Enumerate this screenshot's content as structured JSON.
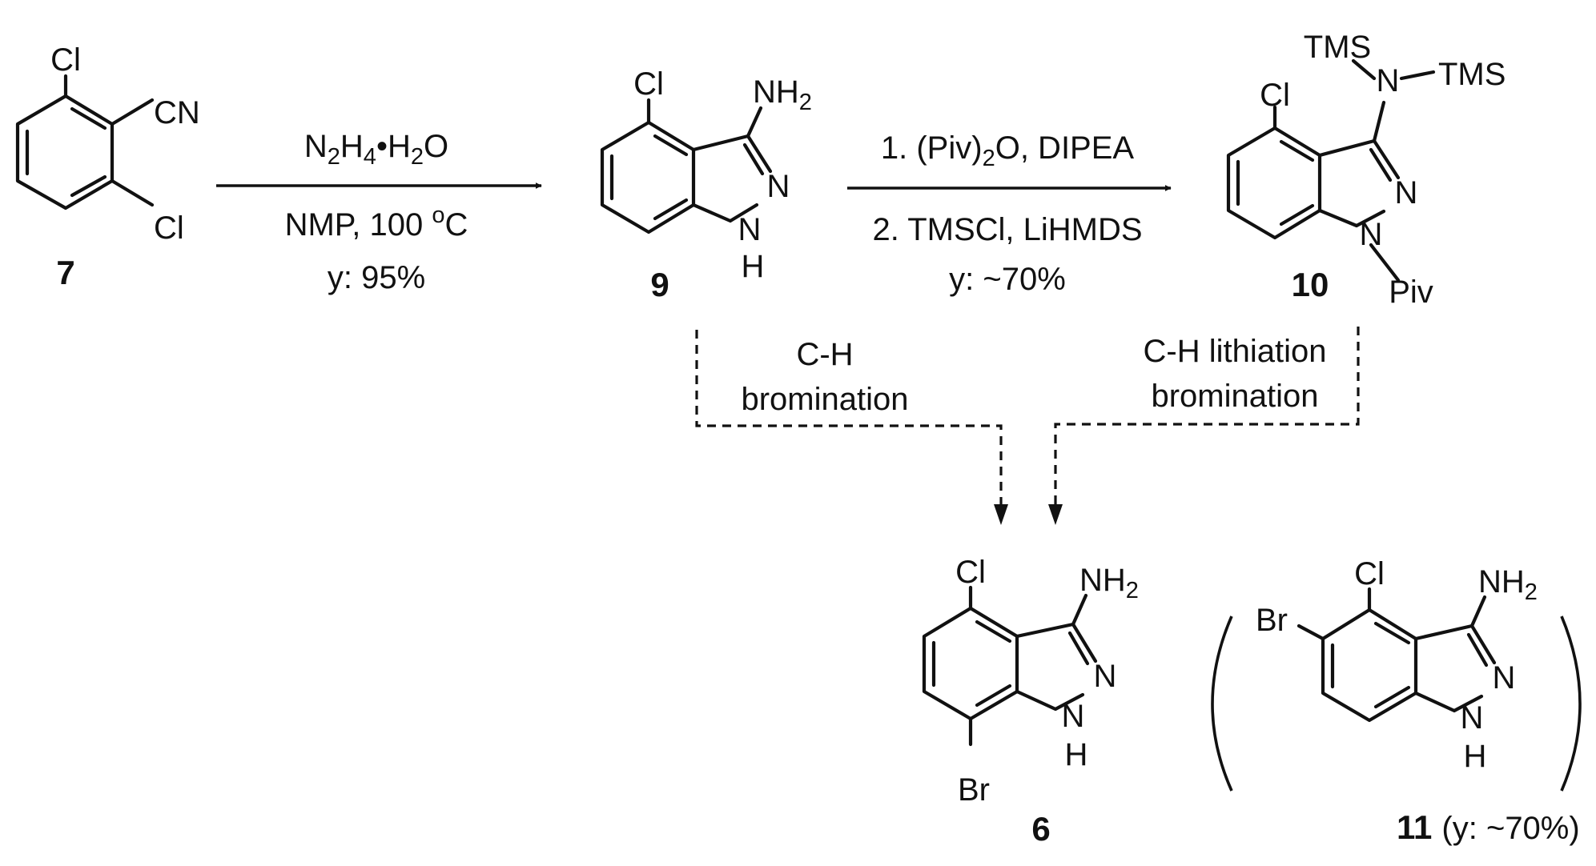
{
  "compounds": {
    "c7": {
      "label": "7",
      "atoms": {
        "cl_top": "Cl",
        "cn": "CN",
        "cl_bottom": "Cl"
      }
    },
    "c9": {
      "label": "9",
      "atoms": {
        "cl": "Cl",
        "n_amine": "NH",
        "n_amine_sub": "2",
        "n2": "N",
        "n1": "N",
        "h": "H"
      }
    },
    "c10": {
      "label": "10",
      "atoms": {
        "cl": "Cl",
        "tms1": "TMS",
        "n_amine": "N",
        "tms2": "TMS",
        "n2": "N",
        "n1": "N",
        "piv": "Piv"
      }
    },
    "c6": {
      "label": "6",
      "atoms": {
        "cl": "Cl",
        "n_amine": "NH",
        "n_amine_sub": "2",
        "n2": "N",
        "n1": "N",
        "h": "H",
        "br": "Br"
      }
    },
    "c11": {
      "label": "11",
      "yield": "(y: ~70%)",
      "atoms": {
        "cl": "Cl",
        "br": "Br",
        "n_amine": "NH",
        "n_amine_sub": "2",
        "n2": "N",
        "n1": "N",
        "h": "H"
      }
    }
  },
  "reactions": {
    "r1": {
      "reagent": {
        "a": "N",
        "a_sub": "2",
        "b": "H",
        "b_sub": "4",
        "dot": "•",
        "c": "H",
        "c_sub": "2",
        "d": "O"
      },
      "conditions": {
        "solvent": "NMP,  100 ",
        "deg": "o",
        "unit": "C"
      },
      "yield": "y: 95%"
    },
    "r2": {
      "step1": {
        "a": "1. (Piv)",
        "a_sub": "2",
        "b": "O, DIPEA"
      },
      "step2": "2. TMSCl, LiHMDS",
      "yield": "y: ~70%"
    },
    "route_left": {
      "line1": "C-H",
      "line2": "bromination"
    },
    "route_right": {
      "line1": "C-H lithiation",
      "line2": "bromination"
    }
  }
}
